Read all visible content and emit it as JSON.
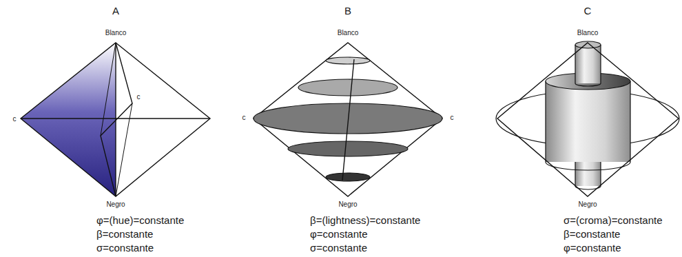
{
  "diagram": {
    "labels": [
      "A",
      "Blanco",
      "c",
      "c",
      "Negro",
      "φ=(hue)=constante",
      "β=constante",
      "σ=constante",
      "B",
      "Blanco",
      "c",
      "c",
      "Negro",
      "β=(lightness)=constante",
      "φ=constante",
      "σ=constante",
      "C",
      "Blanco",
      "Negro",
      "σ=(croma)=constante",
      "β=constante",
      "φ=constante"
    ]
  }
}
